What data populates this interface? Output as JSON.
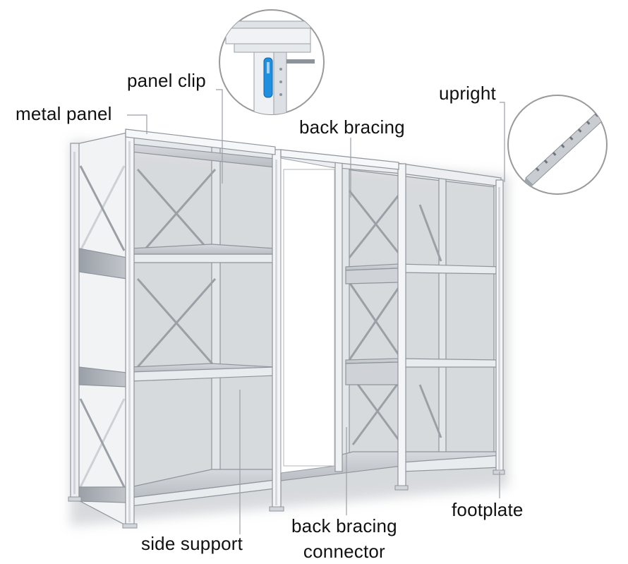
{
  "labels": {
    "metal_panel": "metal panel",
    "panel_clip": "panel clip",
    "back_bracing": "back bracing",
    "upright": "upright",
    "side_support": "side support",
    "back_bracing_connector_line1": "back bracing",
    "back_bracing_connector_line2": "connector",
    "footplate": "footplate"
  },
  "colors": {
    "frame": "#eef0f2",
    "frame_edge": "#8f959c",
    "shelf": "#c9cdd2",
    "shelf_front": "#e8ebee",
    "leader_line": "#9aa0a6",
    "clip_accent": "#1f8fe0",
    "inset_border": "#9a9a9a"
  },
  "icons": [
    "panel-clip-detail",
    "upright-detail"
  ]
}
